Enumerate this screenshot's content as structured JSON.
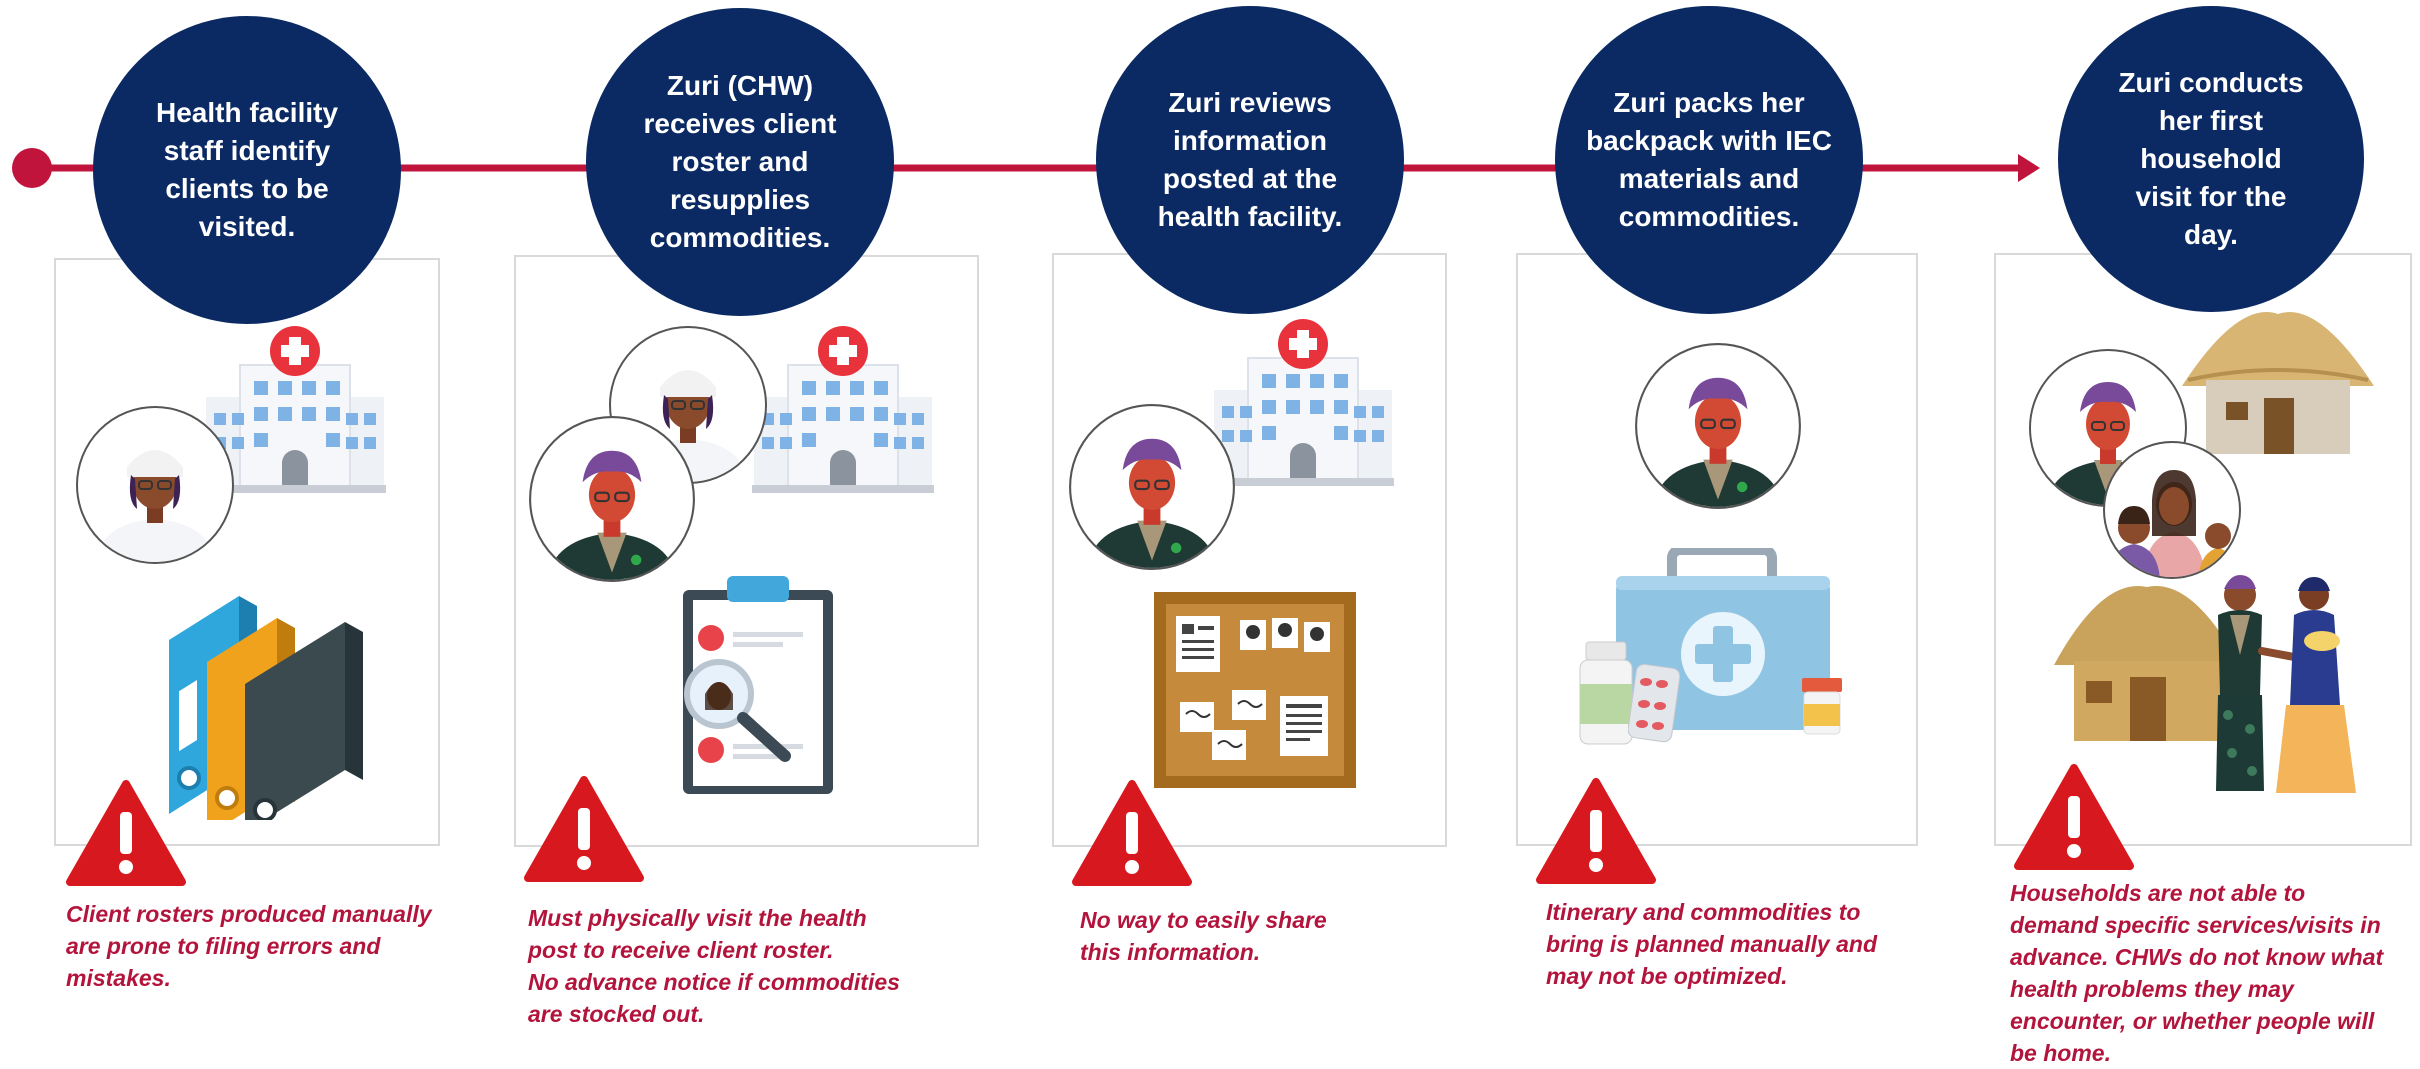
{
  "colors": {
    "navy": "#0b2a63",
    "timeline_red": "#c0143c",
    "warning_red": "#d7191f",
    "note_red": "#b3143c"
  },
  "steps": [
    {
      "title": "Health facility staff identify clients to be visited.",
      "title_lines": "Health facility\nstaff identify\nclients to be\nvisited.",
      "icons": [
        "hospital-icon",
        "health-worker-avatar",
        "binders-icon",
        "warning-icon"
      ],
      "note": "Client rosters produced manually\nare prone to filing errors and\nmistakes."
    },
    {
      "title": "Zuri (CHW) receives client roster and resupplies commodities.",
      "title_lines": "Zuri (CHW)\nreceives client\nroster and\nresupplies\ncommodities.",
      "icons": [
        "hospital-icon",
        "health-worker-avatar",
        "chw-avatar",
        "clipboard-roster-icon",
        "warning-icon"
      ],
      "note": "Must physically visit the health\npost to receive client roster.\nNo advance notice if commodities\nare stocked out."
    },
    {
      "title": "Zuri reviews information posted at the health facility.",
      "title_lines": "Zuri reviews\ninformation\nposted at the\nhealth facility.",
      "icons": [
        "hospital-icon",
        "chw-avatar",
        "bulletin-board-icon",
        "warning-icon"
      ],
      "note": "No way to easily share\nthis information."
    },
    {
      "title": "Zuri packs her backpack with IEC materials and commodities.",
      "title_lines": "Zuri packs her\nbackpack with IEC\nmaterials and\ncommodities.",
      "icons": [
        "chw-avatar",
        "medical-kit-icon",
        "medicine-bottle-icon",
        "pills-icon",
        "warning-icon"
      ],
      "note": "Itinerary and commodities to\nbring is planned manually and\nmay not be optimized."
    },
    {
      "title": "Zuri conducts her first household visit for the day.",
      "title_lines": "Zuri conducts\nher first\nhousehold\nvisit for the\nday.",
      "icons": [
        "hut-icon",
        "chw-avatar",
        "family-avatar",
        "hut-icon",
        "chw-with-client-icon",
        "warning-icon"
      ],
      "note": "Households are not able to\ndemand specific services/visits in\nadvance. CHWs do not know what\nhealth problems they may\nencounter, or whether people will\nbe home."
    }
  ]
}
